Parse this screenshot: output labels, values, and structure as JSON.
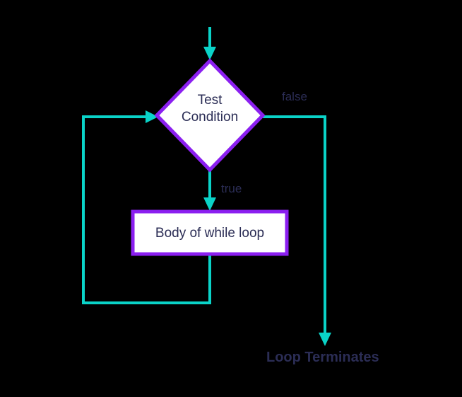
{
  "diagram": {
    "title": "While loop flowchart",
    "background_color": "#000000",
    "nodes": {
      "decision": {
        "shape": "diamond",
        "label": "Test\nCondition",
        "fill_color": "#ffffff",
        "border_color": "#8b1ff0",
        "text_color": "#2b2d55"
      },
      "process": {
        "shape": "rectangle",
        "label": "Body of while loop",
        "fill_color": "#ffffff",
        "border_color": "#8b1ff0",
        "text_color": "#2b2d55"
      },
      "terminal": {
        "shape": "text",
        "label": "Loop Terminates",
        "text_color": "#2b2d55"
      }
    },
    "edges": [
      {
        "name": "entry-arrow",
        "from": "start",
        "to": "decision",
        "label": "",
        "color": "#0ad3c8"
      },
      {
        "name": "false-branch",
        "from": "decision",
        "to": "terminal",
        "label": "false",
        "color": "#0ad3c8",
        "label_color": "#2b2d55"
      },
      {
        "name": "true-branch",
        "from": "decision",
        "to": "process",
        "label": "true",
        "color": "#0ad3c8",
        "label_color": "#2b2d55"
      },
      {
        "name": "loop-back",
        "from": "process",
        "to": "decision",
        "label": "",
        "color": "#0ad3c8"
      }
    ],
    "colors": {
      "accent_teal": "#0ad3c8",
      "accent_purple": "#8b1ff0",
      "text_navy": "#2b2d55",
      "node_fill": "#ffffff"
    }
  }
}
